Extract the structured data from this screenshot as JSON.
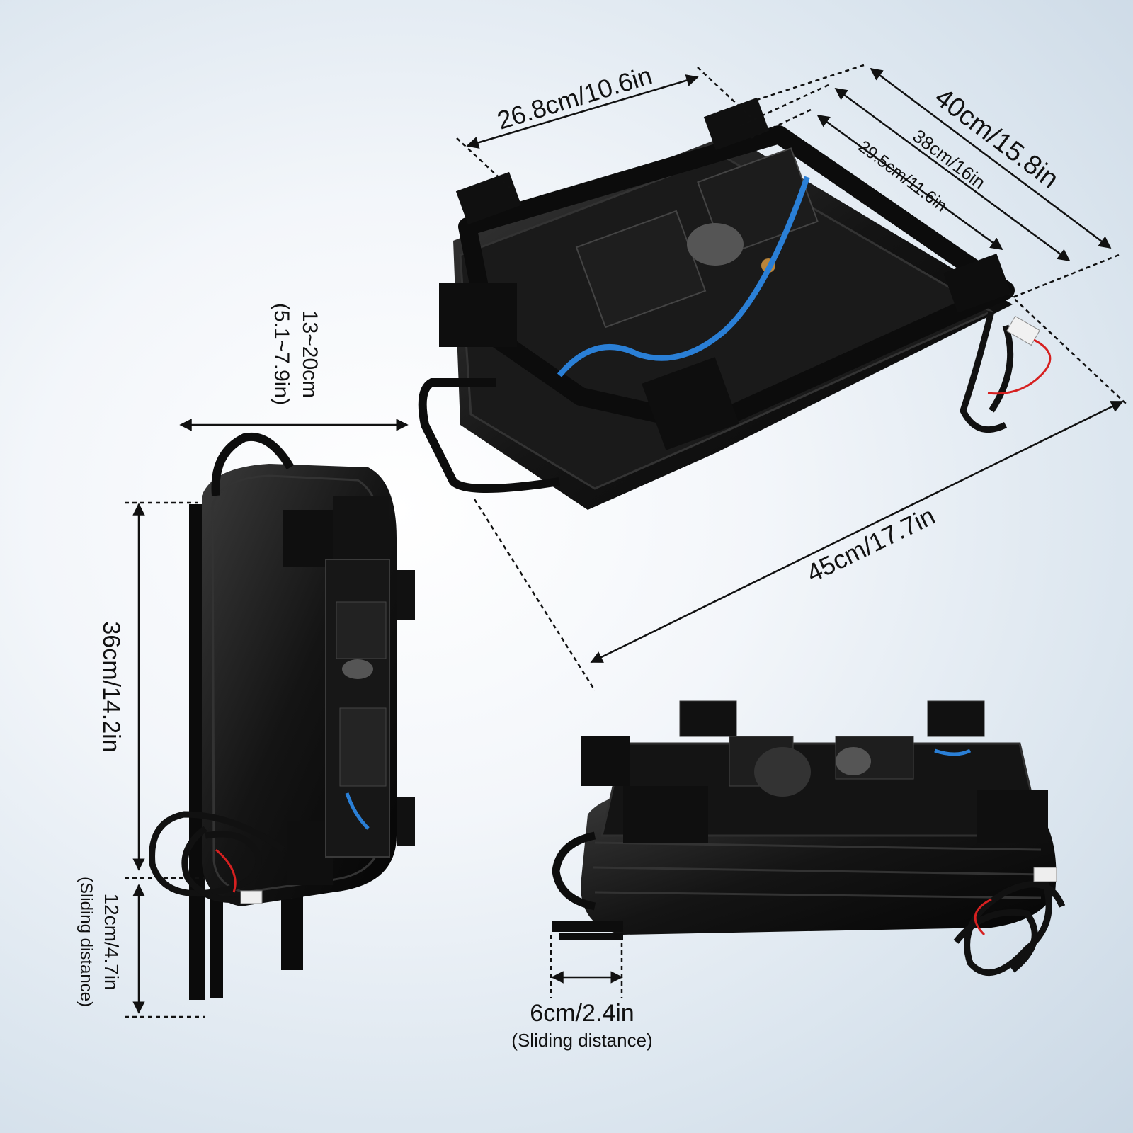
{
  "dimensions": {
    "top_width": "26.8cm/10.6in",
    "outer_depth": "40cm/15.8in",
    "middle_depth": "38cm/16in",
    "inner_depth": "29.5cm/11.6in",
    "diagonal_length": "45cm/17.7in",
    "height_range_cm": "13~20cm",
    "height_range_in": "(5.1~7.9in)",
    "side_height": "36cm/14.2in",
    "side_slide": "12cm/4.7in",
    "side_slide_note": "(Sliding distance)",
    "bottom_slide": "6cm/2.4in",
    "bottom_slide_note": "(Sliding distance)"
  },
  "colors": {
    "product": "#151515",
    "metal": "#1d1d1d",
    "hose": "#2a7fd6",
    "wire": "#d62020",
    "line": "#111111"
  }
}
